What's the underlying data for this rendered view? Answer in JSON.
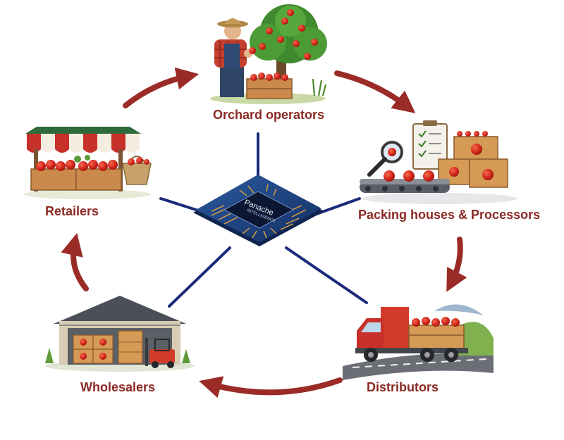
{
  "nodes": {
    "orchard": {
      "label": "Orchard operators",
      "icon": "farmer-apple-tree-icon"
    },
    "packing": {
      "label": "Packing houses & Processors",
      "icon": "conveyor-inspection-icon"
    },
    "distributors": {
      "label": "Distributors",
      "icon": "delivery-truck-icon"
    },
    "wholesalers": {
      "label": "Wholesalers",
      "icon": "warehouse-forklift-icon"
    },
    "retailers": {
      "label": "Retailers",
      "icon": "market-stall-icon"
    }
  },
  "hub": {
    "line1": "Panache",
    "line2": "INTELLIGENCE",
    "icon": "processor-chip-icon"
  },
  "colors": {
    "label": "#8b2a24",
    "arrow": "#9a2b27",
    "spoke": "#1b2a7a",
    "chip": "#1e3f7a",
    "apple": "#d6281d"
  }
}
